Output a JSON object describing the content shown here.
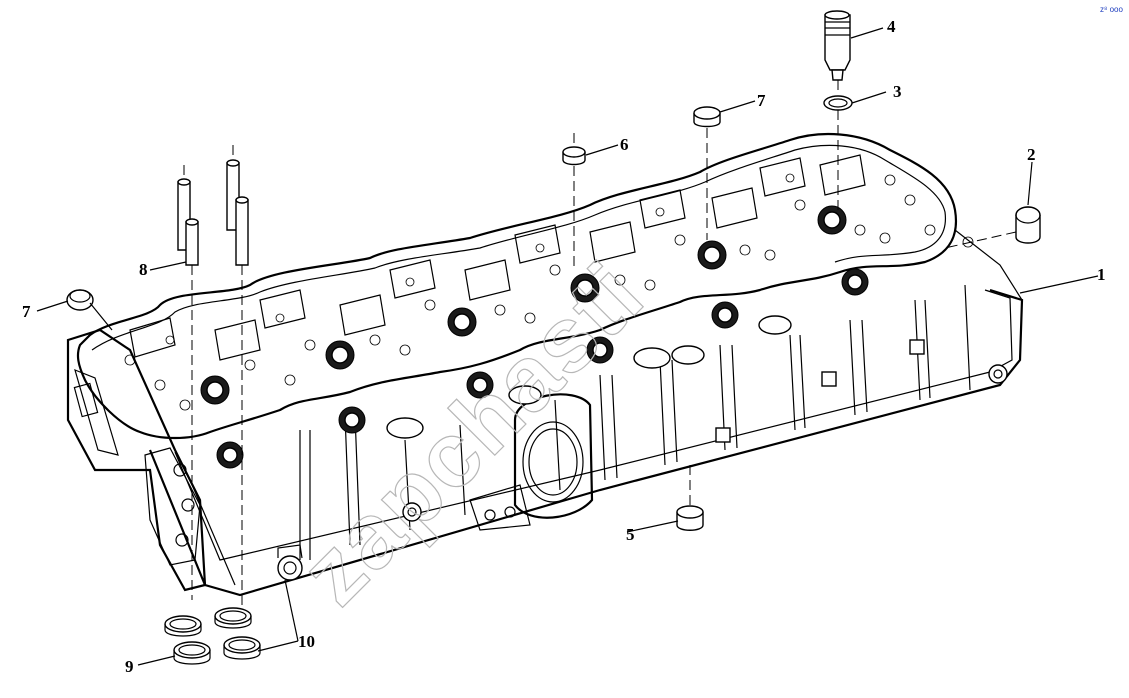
{
  "diagram": {
    "callouts": [
      {
        "id": "1",
        "text": "1"
      },
      {
        "id": "2",
        "text": "2"
      },
      {
        "id": "3",
        "text": "3"
      },
      {
        "id": "4",
        "text": "4"
      },
      {
        "id": "5",
        "text": "5"
      },
      {
        "id": "6",
        "text": "6"
      },
      {
        "id": "7a",
        "text": "7"
      },
      {
        "id": "7b",
        "text": "7"
      },
      {
        "id": "8",
        "text": "8"
      },
      {
        "id": "9",
        "text": "9"
      },
      {
        "id": "10",
        "text": "10"
      }
    ],
    "watermark": "zapchasti",
    "corner_mark": "z⁸ ooo"
  },
  "colors": {
    "line": "#000000",
    "background": "#ffffff",
    "watermark": "#b7b7b7",
    "corner_mark": "#1f3fbf"
  }
}
